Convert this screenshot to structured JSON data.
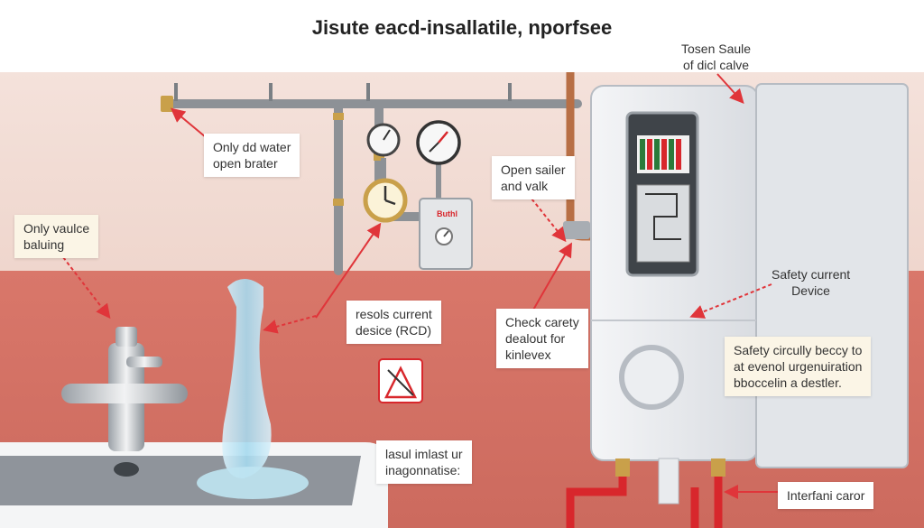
{
  "title": "Jisute eacd-insallatile, nporfsee",
  "labels": {
    "top_right": "Tosen Saule\nof dicl calve",
    "cold_water": "Only dd water\nopen brater",
    "valve_balance": "Only vaulce\nbaluing",
    "open_valve": "Open sailer\nand valk",
    "rcd": "resols current\ndesice (RCD)",
    "check_safety": "Check carety\ndealout for\nkinlevex",
    "safety_device": "Safety current\nDevice",
    "safety_circuit": "Safety circully beccy to\nat evenol urgenuiration\nbboccelin a destler.",
    "install": "lasul imlast ur\ninagonnatise:",
    "interface": "Interfani caror"
  },
  "device": {
    "panel_brand": "Buthl"
  },
  "colors": {
    "wall_upper": "#f1ddd6",
    "wall_lower": "#d2705f",
    "pipe_grey": "#8d9196",
    "pipe_copper": "#b86f45",
    "pipe_red": "#d8272c",
    "pointer_red": "#e0353a",
    "water_blue": "#9cd3ea",
    "heater_body": "#e6e8ec"
  },
  "icons": [
    "gauge-icon",
    "clock-gauge-icon",
    "tap-icon",
    "safety-sign-icon",
    "dial-icon"
  ]
}
